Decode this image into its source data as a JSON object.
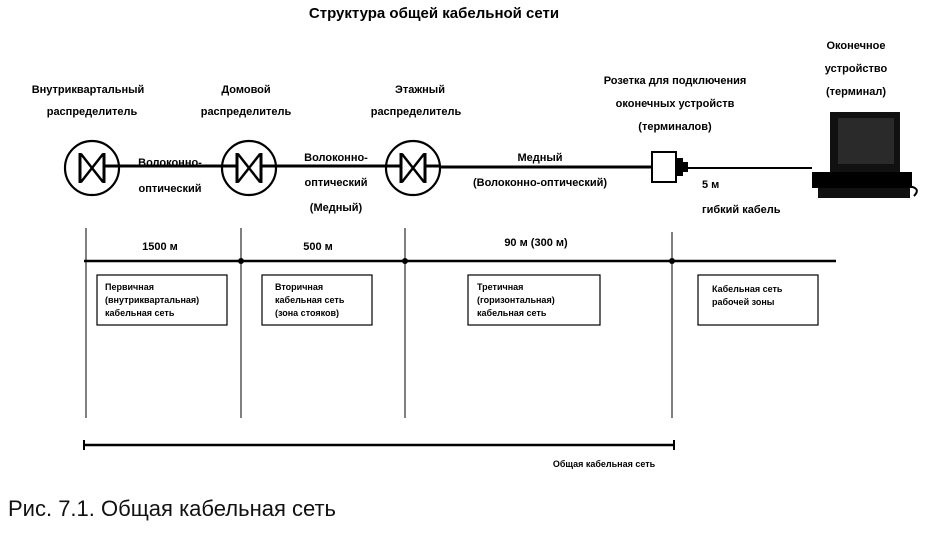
{
  "title": "Структура общей кабельной сети",
  "nodes": [
    {
      "label_line1": "Внутриквартальный",
      "label_line2": "распределитель"
    },
    {
      "label_line1": "Домовой",
      "label_line2": "распределитель"
    },
    {
      "label_line1": "Этажный",
      "label_line2": "распределитель"
    }
  ],
  "socket": {
    "line1": "Розетка для подключения",
    "line2": "оконечных устройств",
    "line3": "(терминалов)"
  },
  "terminal": {
    "line1": "Оконечное",
    "line2": "устройство",
    "line3": "(терминал)"
  },
  "links": {
    "l1_line1": "Волоконно-",
    "l1_line2": "оптический",
    "l2_line1": "Волоконно-",
    "l2_line2": "оптический",
    "l2_line3": "(Медный)",
    "l3_line1": "Медный",
    "l3_line2": "(Волоконно-оптический)",
    "cord_line1": "5 м",
    "cord_line2": "гибкий кабель"
  },
  "distances": [
    "1500 м",
    "500 м",
    "90 м (300 м)"
  ],
  "zones": [
    {
      "line1": "Первичная",
      "line2": "(внутриквартальная)",
      "line3": "кабельная сеть"
    },
    {
      "line1": "Вторичная",
      "line2": "кабельная сеть",
      "line3": "(зона стояков)"
    },
    {
      "line1": "Третичная",
      "line2": "(горизонтальная)",
      "line3": "кабельная сеть"
    },
    {
      "line1": "Кабельная сеть",
      "line2": "рабочей зоны"
    }
  ],
  "total_label": "Общая кабельная сеть",
  "caption": "Рис. 7.1. Общая кабельная сеть"
}
